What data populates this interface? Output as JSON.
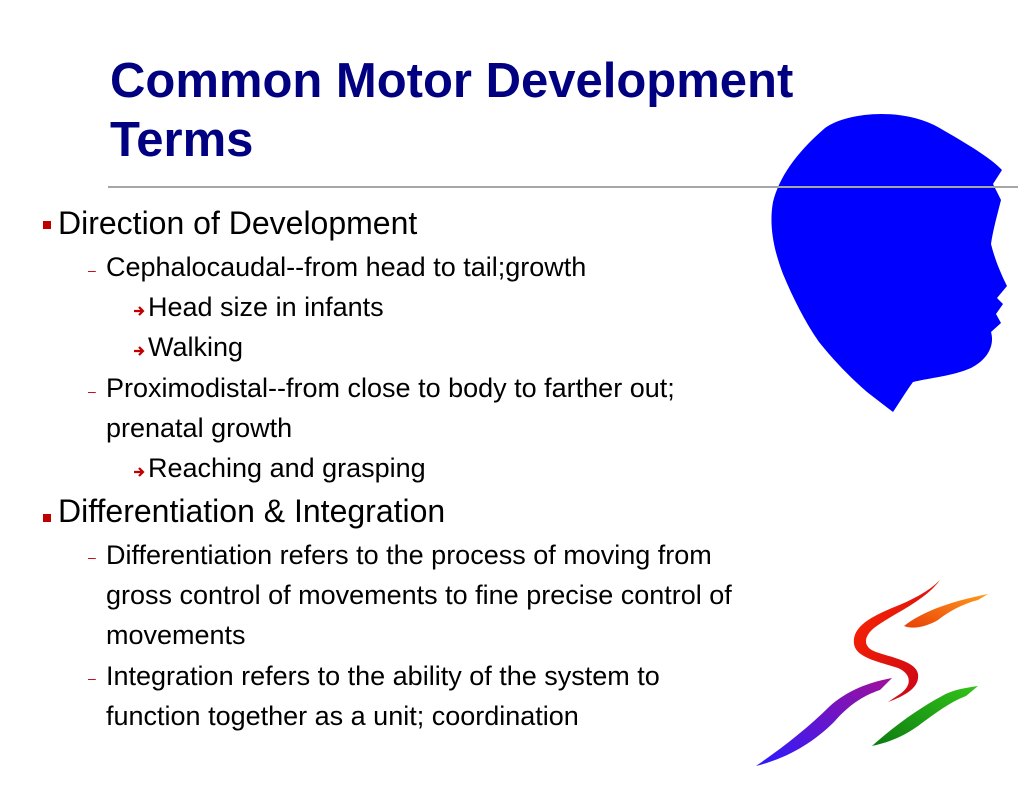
{
  "title": {
    "line1": "Common Motor Development",
    "line2": "Terms"
  },
  "bullets": {
    "direction": {
      "label": "Direction of Development",
      "cephalocaudal": "Cephalocaudal--from head to tail;growth",
      "head_size": "Head size in infants",
      "walking": "Walking",
      "proximodistal_line1": "Proximodistal--from close to body to farther out;",
      "proximodistal_line2": "prenatal growth",
      "reaching": "Reaching and grasping"
    },
    "differentiation": {
      "label": "Differentiation & Integration",
      "diff_line1": "Differentiation refers to the process of moving from",
      "diff_line2": "gross control of movements to fine precise control of",
      "diff_line3": "movements",
      "integ_line1": "Integration refers to the ability of the system to",
      "integ_line2": "function together as a unit; coordination"
    }
  },
  "icons": {
    "level1": "square-bullet-icon",
    "level2": "dash-bullet-icon",
    "level3": "arrow-bullet-icon",
    "head": "head-silhouette-icon",
    "swoosh": "swoosh-logo-icon"
  },
  "colors": {
    "title": "#000080",
    "bullet": "#c00000",
    "head": "#0000ff",
    "rule": "#a6a6a6"
  }
}
